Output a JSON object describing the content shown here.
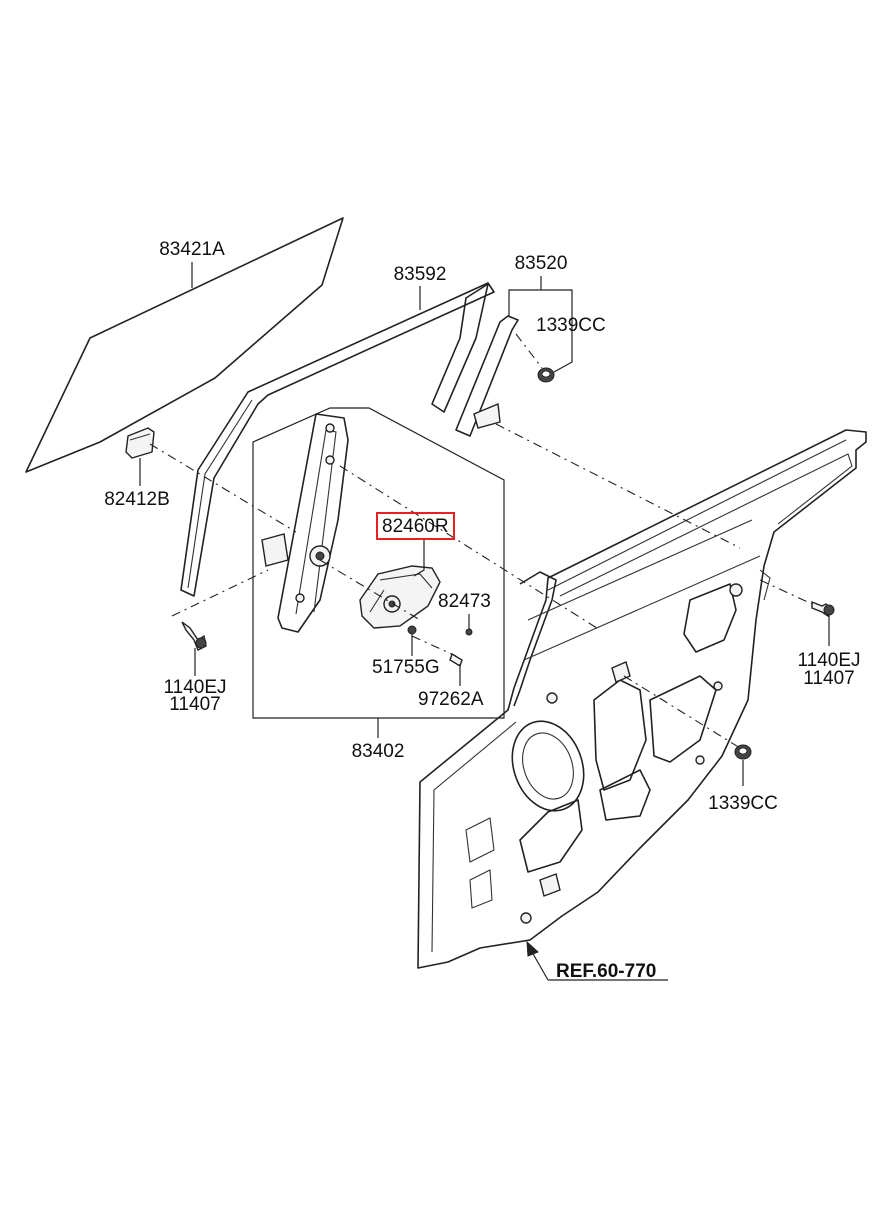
{
  "diagram": {
    "labels": {
      "glass": "83421A",
      "channel": "83592",
      "rear_channel": "83520",
      "nut_top": "1339CC",
      "glass_clip": "82412B",
      "motor": "82460R",
      "screw": "82473",
      "grommet": "51755G",
      "bolt_small": "97262A",
      "bolt_left_1": "1140EJ",
      "bolt_left_2": "11407",
      "regulator_assy": "83402",
      "bolt_right_1": "1140EJ",
      "bolt_right_2": "11407",
      "nut_bottom": "1339CC",
      "reference": "REF.60-770"
    },
    "highlight_color": "#e8201f"
  }
}
